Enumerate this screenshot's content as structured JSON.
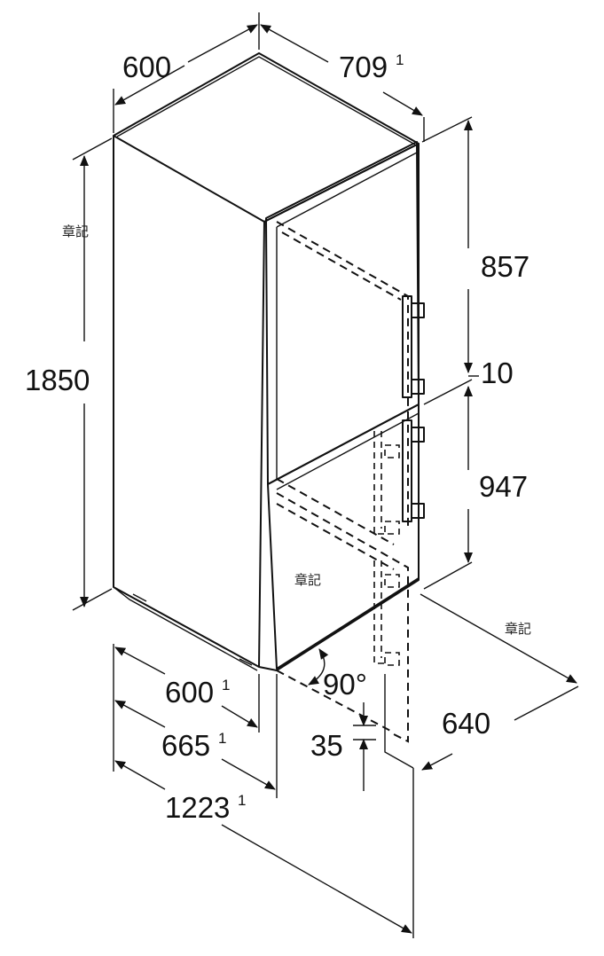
{
  "dimensions": {
    "top_width": "600",
    "top_depth": "709",
    "top_depth_note": "1",
    "height_total": "1850",
    "upper_door": "857",
    "gap": "10",
    "lower_door": "947",
    "open_width": "640",
    "depth_body": "600",
    "depth_body_note": "1",
    "depth_with_door": "665",
    "depth_with_door_note": "1",
    "depth_door_open": "1223",
    "depth_door_open_note": "1",
    "door_angle": "90°",
    "door_offset": "35"
  },
  "stamps": [
    "章記",
    "章記",
    "章記"
  ]
}
